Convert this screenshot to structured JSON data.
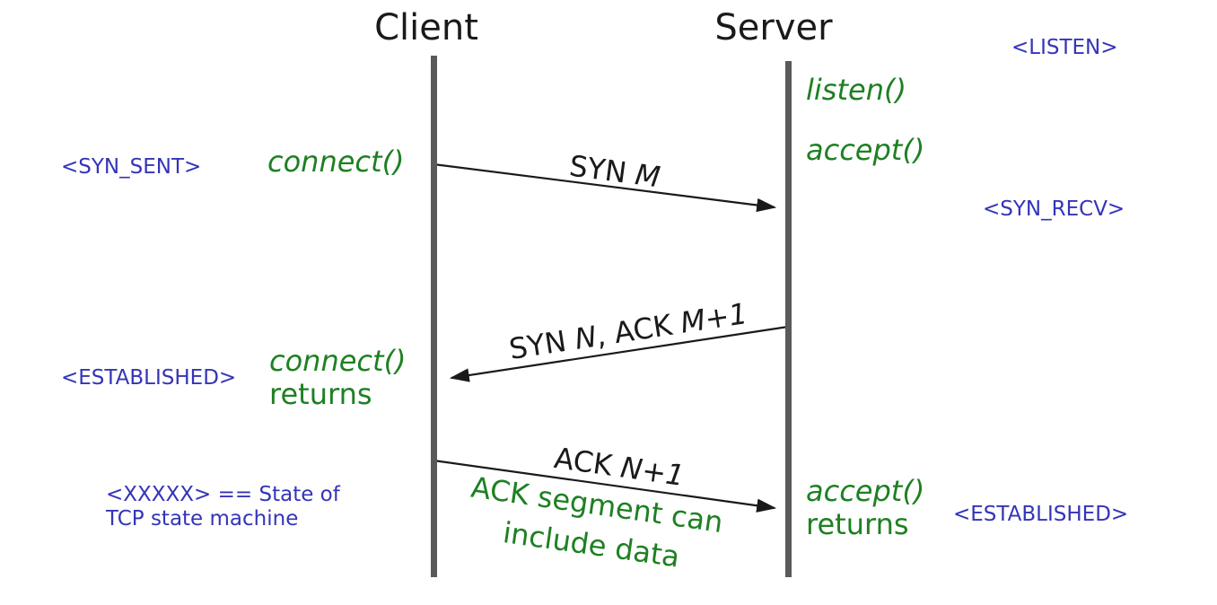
{
  "colors": {
    "state_blue": "#3434b8",
    "code_green": "#1e8022",
    "lifeline_gray": "#5a5a5a",
    "line_black": "#1a1a1a"
  },
  "lifelines": {
    "client_title": "Client",
    "server_title": "Server"
  },
  "states": {
    "listen": "<LISTEN>",
    "syn_sent": "<SYN_SENT>",
    "syn_recv": "<SYN_RECV>",
    "established_client": "<ESTABLISHED>",
    "established_server": "<ESTABLISHED>"
  },
  "calls": {
    "listen": "listen()",
    "accept": "accept()",
    "connect": "connect()",
    "connect_returns": {
      "fn": "connect()",
      "word": "returns"
    },
    "accept_returns": {
      "fn": "accept()",
      "word": "returns"
    }
  },
  "messages": {
    "syn": {
      "prefix": "SYN ",
      "var": "M"
    },
    "synack": {
      "p1": "SYN ",
      "v1": "N",
      "p2": ", ACK ",
      "v2": "M+1"
    },
    "ack": {
      "prefix": "ACK ",
      "var": "N+1"
    },
    "ack_note": {
      "line1": "ACK segment can",
      "line2": "include data"
    }
  },
  "legend": {
    "line1": "<XXXXX> == State of",
    "line2": "TCP state machine"
  }
}
